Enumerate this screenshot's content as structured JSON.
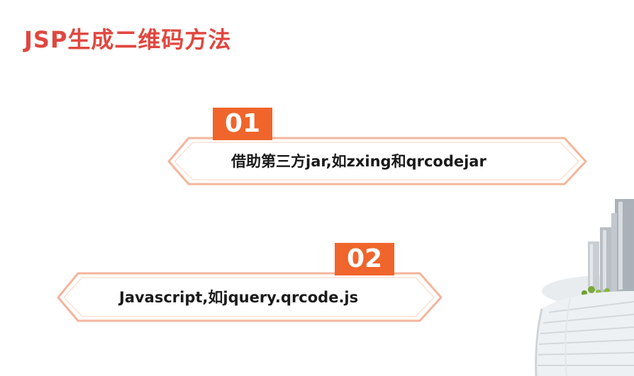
{
  "title": "JSP生成二维码方法",
  "items": [
    {
      "number": "01",
      "text": "借助第三方jar,如zxing和qrcodejar"
    },
    {
      "number": "02",
      "text": "Javascript,如jquery.qrcode.js"
    }
  ],
  "colors": {
    "title": "#e0473f",
    "badge": "#f0652b",
    "frame_stroke": "#f4b59c",
    "text": "#1a1a1a"
  },
  "decoration": "city-tower-illustration"
}
